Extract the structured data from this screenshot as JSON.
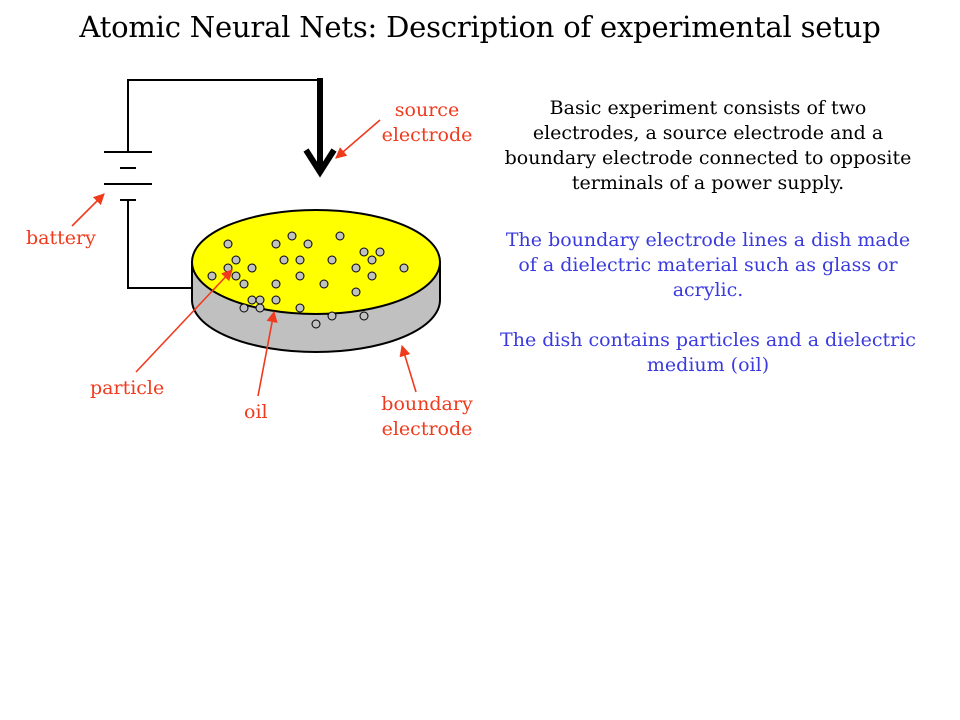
{
  "title": "Atomic Neural Nets: Description of experimental setup",
  "labels": {
    "source_line1": "source",
    "source_line2": "electrode",
    "battery": "battery",
    "particle": "particle",
    "oil": "oil",
    "boundary_line1": "boundary",
    "boundary_line2": "electrode"
  },
  "description": {
    "p1": "Basic experiment consists of two electrodes, a source electrode and a boundary electrode connected to opposite terminals of a power supply.",
    "p2": "The boundary electrode lines a dish made of a dielectric material such as glass or acrylic.",
    "p3": "The dish contains particles and a dielectric medium (oil)"
  },
  "colors": {
    "label": "#f03a1d",
    "highlight_text": "#3a3adf",
    "oil": "#ffff00",
    "dish": "#c0c0c0",
    "particle": "#c0c0c0",
    "wire": "#000000"
  }
}
